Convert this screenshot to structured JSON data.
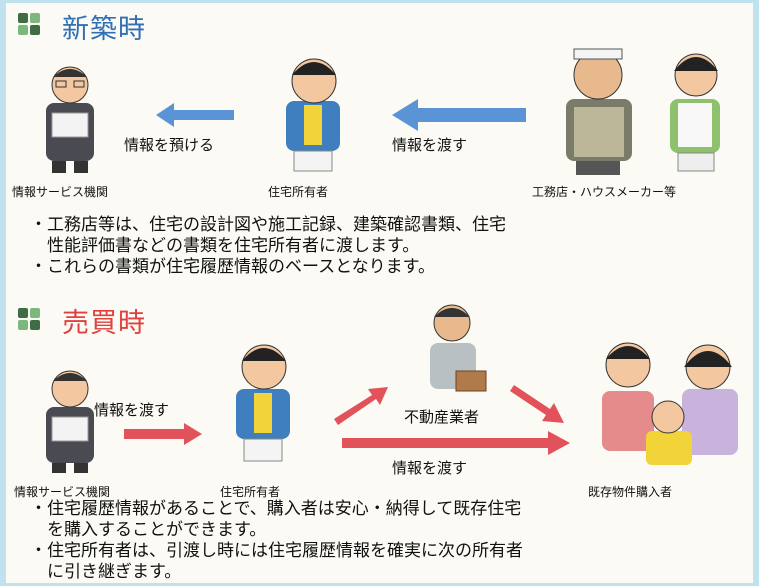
{
  "section1": {
    "title": "新築時",
    "actor_left": "情報サービス機関",
    "actor_center": "住宅所有者",
    "actor_right": "工務店・ハウスメーカー等",
    "action_left": "情報を預ける",
    "action_right": "情報を渡す",
    "bullets": [
      "・工務店等は、住宅の設計図や施工記録、建築確認書類、住宅",
      "　性能評価書などの書類を住宅所有者に渡します。",
      "・これらの書類が住宅履歴情報のベースとなります。"
    ]
  },
  "section2": {
    "title": "売買時",
    "actor_left": "情報サービス機関",
    "actor_center": "住宅所有者",
    "actor_agent": "不動産業者",
    "actor_right": "既存物件購入者",
    "action_left": "情報を渡す",
    "action_bottom": "情報を渡す",
    "bullets": [
      "・住宅履歴情報があることで、購入者は安心・納得して既存住宅",
      "　を購入することができます。",
      "・住宅所有者は、引渡し時には住宅履歴情報を確実に次の所有者",
      "　に引き継ぎます。"
    ]
  },
  "colors": {
    "section1_title": "#2f6fb4",
    "section2_title": "#e0413f",
    "blue_arrow": "#5a93d6",
    "red_arrow": "#e2525a",
    "icon_dark": "#3f6b45",
    "icon_light": "#7cb87d"
  }
}
